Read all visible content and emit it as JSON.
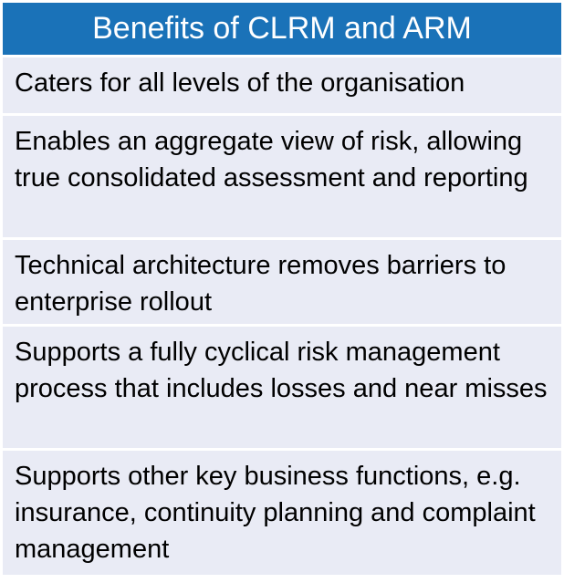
{
  "table": {
    "header": "Benefits of CLRM and ARM",
    "rows": [
      "Caters for all levels of the organisation",
      "Enables an aggregate view of risk, allowing true consolidated assessment and reporting",
      "Technical architecture removes barriers to enterprise rollout",
      "Supports a fully cyclical risk management process that includes losses and near misses",
      "Supports other key business functions, e.g. insurance, continuity planning and complaint management"
    ]
  },
  "colors": {
    "header_bg": "#1a72b8",
    "header_text": "#ffffff",
    "row_bg": "#e9ebf5",
    "row_text": "#000000",
    "separator": "#ffffff"
  }
}
